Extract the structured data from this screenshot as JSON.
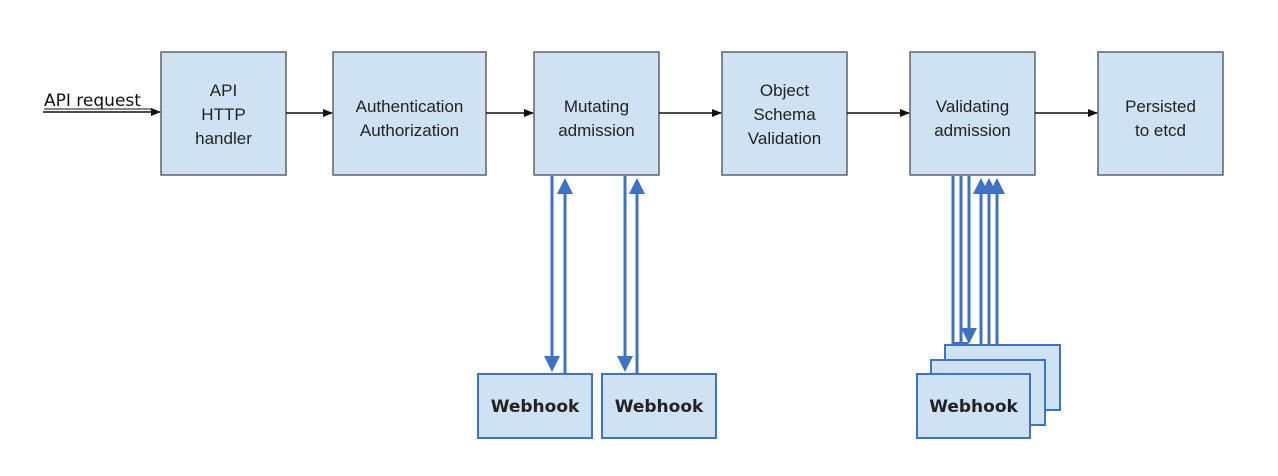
{
  "input_label": "API request",
  "stages": [
    {
      "id": "api-http-handler",
      "lines": [
        "API",
        "HTTP",
        "handler"
      ]
    },
    {
      "id": "authentication-authorization",
      "lines": [
        "Authentication",
        "Authorization"
      ]
    },
    {
      "id": "mutating-admission",
      "lines": [
        "Mutating",
        "admission"
      ]
    },
    {
      "id": "object-schema-validation",
      "lines": [
        "Object",
        "Schema",
        "Validation"
      ]
    },
    {
      "id": "validating-admission",
      "lines": [
        "Validating",
        "admission"
      ]
    },
    {
      "id": "persisted-to-etcd",
      "lines": [
        "Persisted",
        "to etcd"
      ]
    }
  ],
  "webhooks": [
    {
      "label": "Webhook",
      "attached_to": "mutating-admission"
    },
    {
      "label": "Webhook",
      "attached_to": "mutating-admission"
    },
    {
      "label": "Webhook",
      "attached_to": "validating-admission",
      "stacked": true
    }
  ],
  "colors": {
    "box_fill": "#cfe2f3",
    "webhook_arrow": "#3d72c4",
    "flow_arrow": "#111111"
  }
}
